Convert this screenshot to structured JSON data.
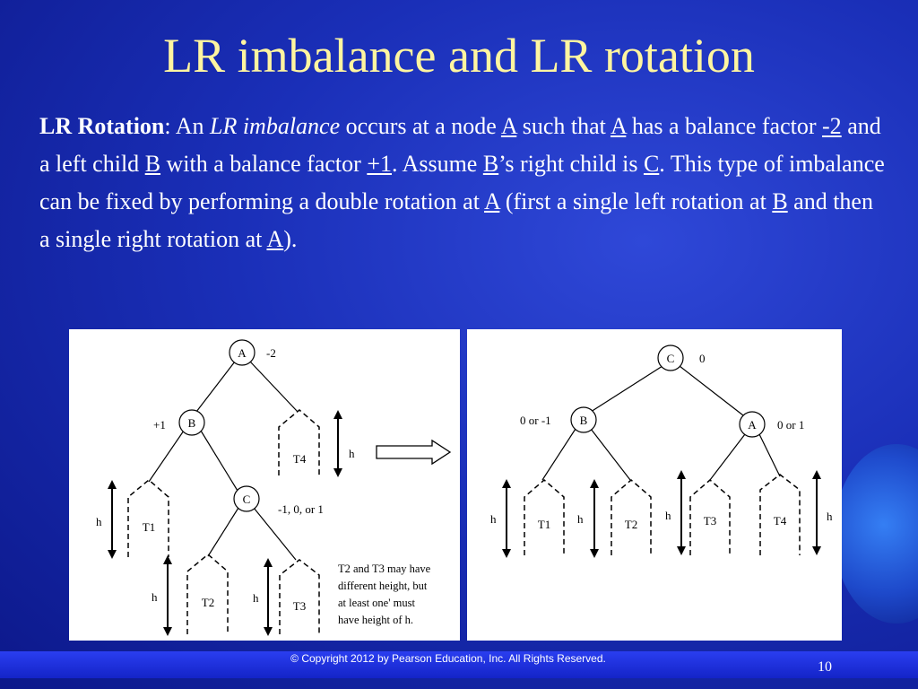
{
  "slide": {
    "title": "LR imbalance and LR rotation",
    "page_number": "10",
    "copyright": "© Copyright 2012 by Pearson Education, Inc. All Rights Reserved."
  },
  "body": {
    "bold_lead": "LR Rotation",
    "colon": ": An ",
    "italic_term": "LR imbalance",
    "t1": " occurs at a node ",
    "u_A1": "A",
    "t2": " such that ",
    "u_A2": "A",
    "t3": " has a balance factor ",
    "u_m2": "-2",
    "t4": " and a left child ",
    "u_B1": "B",
    "t5": " with a balance factor ",
    "u_p1": "+1",
    "t6": ". Assume ",
    "u_B2": "B",
    "t7": "’s right child is ",
    "u_C": "C",
    "t8": ". This type of imbalance can be fixed by performing a double rotation at ",
    "u_A3": "A",
    "t9": " (first a single left rotation at ",
    "u_B3": "B",
    "t10": " and then a single right rotation at ",
    "u_A4": "A",
    "t11": ")."
  },
  "left_tree": {
    "node_A": "A",
    "bf_A": "-2",
    "node_B": "B",
    "bf_B": "+1",
    "node_C": "C",
    "bf_C": "-1, 0, or 1",
    "subtree_T1": "T1",
    "subtree_T2": "T2",
    "subtree_T3": "T3",
    "subtree_T4": "T4",
    "height_label": "h",
    "note_lines": [
      "T2 and T3 may have",
      "different height, but",
      "at least one' must",
      "have height of h."
    ]
  },
  "right_tree": {
    "node_C": "C",
    "bf_C": "0",
    "node_B": "B",
    "bf_B": "0 or -1",
    "node_A": "A",
    "bf_A": "0 or 1",
    "subtree_T1": "T1",
    "subtree_T2": "T2",
    "subtree_T3": "T3",
    "subtree_T4": "T4",
    "height_label": "h"
  }
}
